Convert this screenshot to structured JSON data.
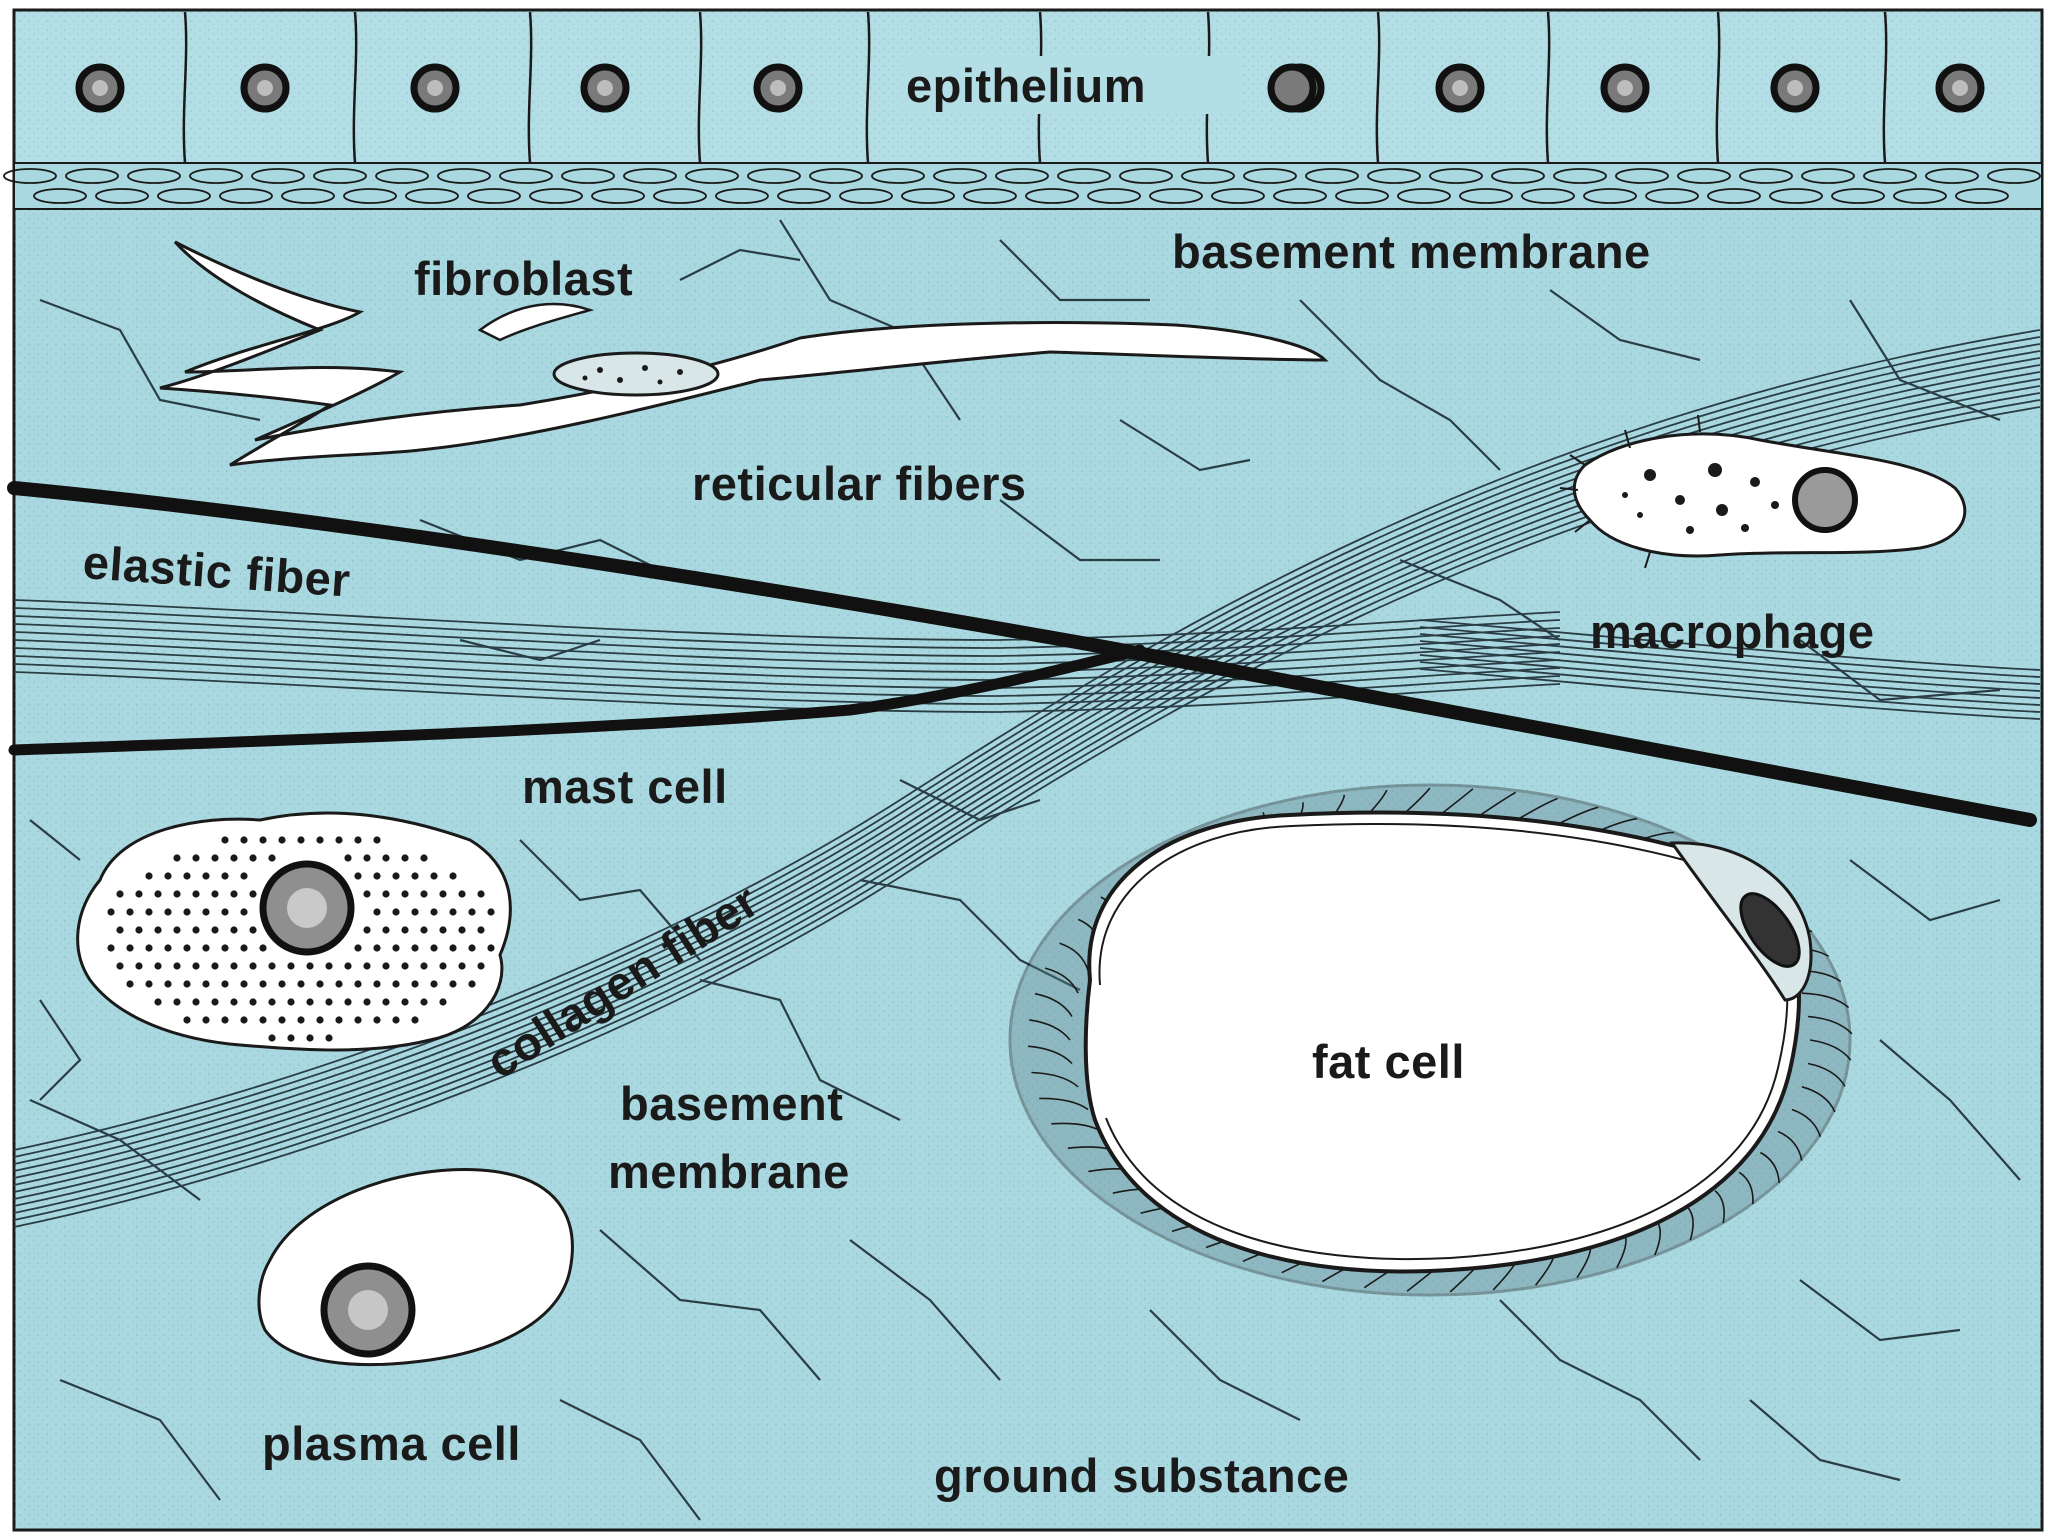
{
  "diagram": {
    "colors": {
      "tissue": "#a9d8e0",
      "epithelium": "#b3dee5",
      "ink": "#1a1a1a",
      "cell_fill": "#ffffff"
    },
    "labels": {
      "epithelium": "epithelium",
      "basement_membrane_top": "basement membrane",
      "fibroblast": "fibroblast",
      "reticular_fibers": "reticular fibers",
      "elastic_fiber": "elastic fiber",
      "macrophage": "macrophage",
      "mast_cell": "mast cell",
      "collagen_fiber": "collagen fiber",
      "basement_membrane_lower_1": "basement",
      "basement_membrane_lower_2": "membrane",
      "fat_cell": "fat cell",
      "plasma_cell": "plasma cell",
      "ground_substance": "ground substance"
    }
  }
}
